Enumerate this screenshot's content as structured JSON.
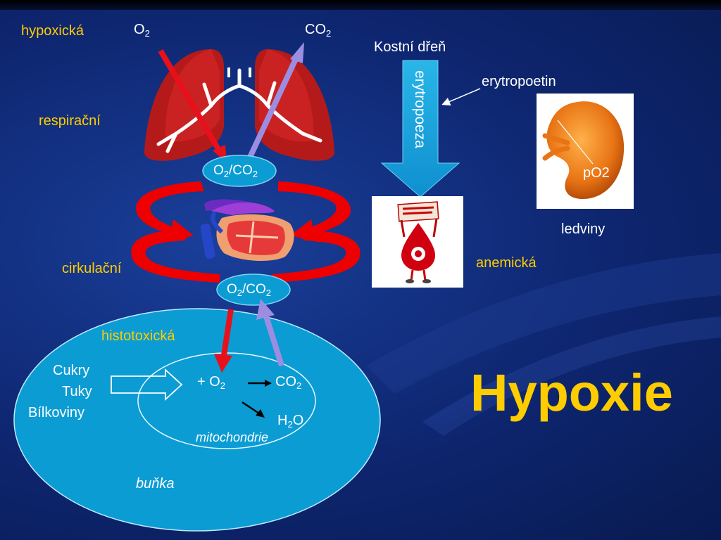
{
  "slide": {
    "title": "Hypoxie",
    "labels": {
      "hypoxicka": "hypoxická",
      "respiracni": "respirační",
      "cirkulacni": "cirkulační",
      "histotoxicka": "histotoxická",
      "anemicka": "anemická",
      "kostni_dren": "Kostní dřeň",
      "erytropoetin": "erytropoetin",
      "erytropoeza": "erytropoeza",
      "ledviny": "ledviny",
      "po2": "pO2",
      "o2_top": "O",
      "co2_top": "CO",
      "exchange_top": "O",
      "exchange_top_mid": "/CO",
      "exchange_bottom": "O",
      "exchange_bottom_mid": "/CO",
      "sub2": "2",
      "cukry": "Cukry",
      "tuky": "Tuky",
      "bilkoviny": "Bílkoviny",
      "plus_o2": "+ O",
      "co2_cell": "CO",
      "h2o_h": "H",
      "h2o_o": "O",
      "mitochondrie": "mitochondrie",
      "bunka": "buňka"
    },
    "colors": {
      "background": "#0e2670",
      "accent_yellow": "#ffcc00",
      "cell_fill": "#0b9cd4",
      "red_arrow": "#e8101a",
      "purple_arrow": "#9b8ee0",
      "circulation_red": "#ee0000"
    },
    "icons": {
      "lungs": "lungs-illustration",
      "heart": "heart-illustration",
      "kidney": "kidney-illustration",
      "blood_drop": "blood-drop-mascot"
    }
  }
}
